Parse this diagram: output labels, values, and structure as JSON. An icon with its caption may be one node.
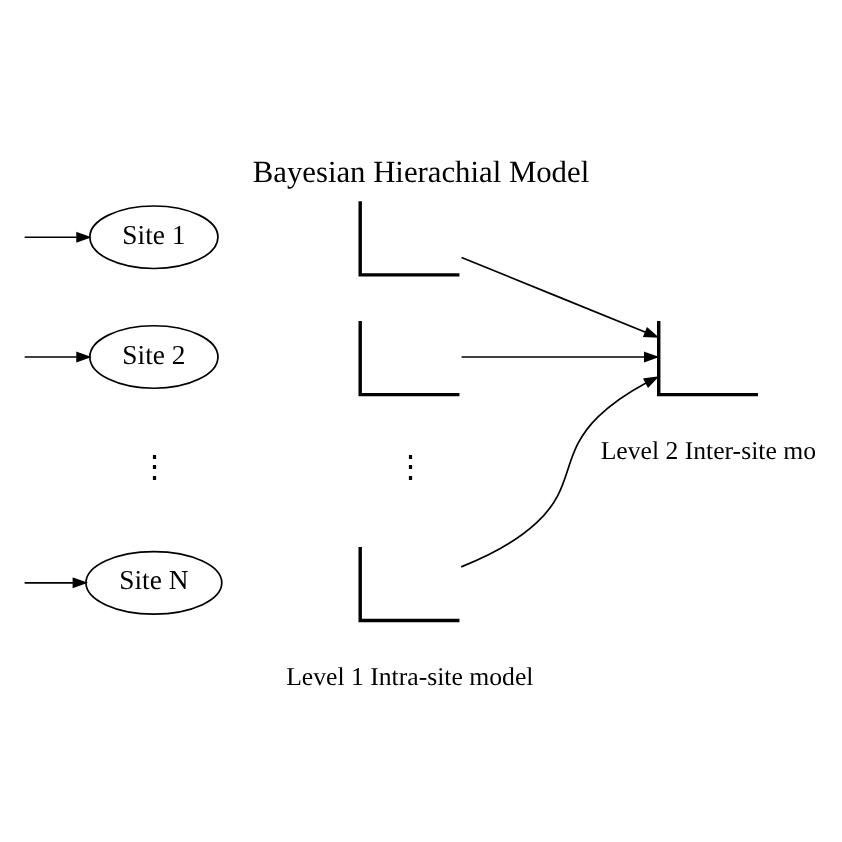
{
  "diagram": {
    "title": "Bayesian Hierachial Model",
    "nodes": [
      {
        "text": [
          "Site 1"
        ]
      },
      {
        "text": [],
        "shape": "plot"
      },
      {
        "text": [
          "Site 2"
        ]
      },
      {
        "text": [],
        "shape": "plot"
      },
      {
        "text": [
          "Site N"
        ]
      },
      {
        "text": [],
        "shape": "plot",
        "beside": [
          "Level 1 Intra-site model"
        ]
      },
      {
        "text": [],
        "shape": "plot",
        "beside": [
          "Level 2 Inter-site mo"
        ]
      }
    ],
    "edges": [
      {
        "from": null,
        "to": 0,
        "arrow": "to"
      },
      {
        "from": null,
        "to": 2,
        "arrow": "to"
      },
      {
        "from": null,
        "to": 4,
        "arrow": "to"
      },
      {
        "from": 1,
        "to": 6,
        "arrow": "to"
      },
      {
        "from": 3,
        "to": 6,
        "arrow": "to"
      },
      {
        "from": 5,
        "to": 6,
        "arrow": "to"
      }
    ],
    "labels": [
      "⋮",
      "⋮"
    ]
  }
}
